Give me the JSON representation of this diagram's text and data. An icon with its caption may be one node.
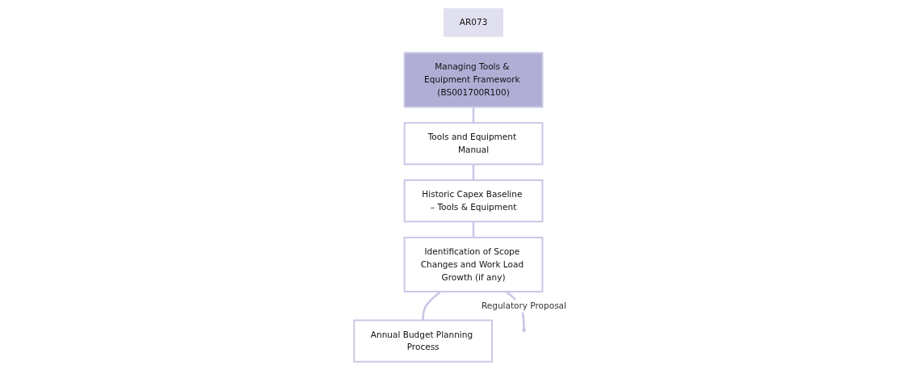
{
  "diagram": {
    "nodes": [
      {
        "text": [
          "Managing Tools & Equipment Framework (BS001700R100)"
        ],
        "beside": [
          "AR073"
        ]
      },
      {
        "text": [
          "Tools and Equipment Manual"
        ]
      },
      {
        "text": [
          "Historic Capex Baseline – Tools & Equipment"
        ]
      },
      {
        "text": [
          "Identification of Scope Changes and Work Load Growth (if any)"
        ]
      },
      {
        "text": [
          "Annual Budget Planning Process"
        ]
      }
    ],
    "edges": [
      {
        "from": 0,
        "to": 1,
        "arrow": "none"
      },
      {
        "from": 1,
        "to": 2,
        "arrow": "none"
      },
      {
        "from": 2,
        "to": 3,
        "arrow": "none"
      },
      {
        "from": 3,
        "to": 4,
        "arrow": "none"
      },
      {
        "from": 3,
        "to": null,
        "arrow": "to",
        "label": "Regulatory Proposal"
      }
    ]
  }
}
